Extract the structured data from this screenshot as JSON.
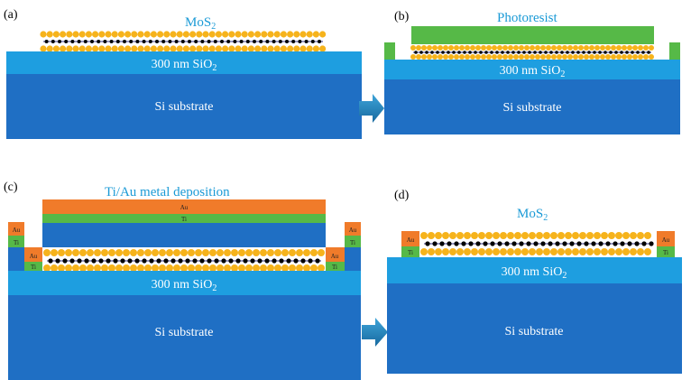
{
  "panels": {
    "a": {
      "letter": "(a)",
      "title": "MoS",
      "title_sub": "2",
      "oxide_label": "300 nm SiO",
      "oxide_sub": "2",
      "substrate_label": "Si substrate"
    },
    "b": {
      "letter": "(b)",
      "title": "Photoresist",
      "oxide_label": "300 nm SiO",
      "oxide_sub": "2",
      "substrate_label": "Si substrate"
    },
    "c": {
      "letter": "(c)",
      "title": "Ti/Au metal deposition",
      "top_au": "Au",
      "top_ti": "Ti",
      "left_au": "Au",
      "left_ti": "Ti",
      "right_au": "Au",
      "right_ti": "Ti",
      "contact_left_au": "Au",
      "contact_left_ti": "Ti",
      "contact_right_au": "Au",
      "contact_right_ti": "Ti",
      "oxide_label": "300 nm SiO",
      "oxide_sub": "2",
      "substrate_label": "Si substrate"
    },
    "d": {
      "letter": "(d)",
      "title": "MoS",
      "title_sub": "2",
      "contact_left_au": "Au",
      "contact_left_ti": "Ti",
      "contact_right_au": "Au",
      "contact_right_ti": "Ti",
      "oxide_label": "300 nm SiO",
      "oxide_sub": "2",
      "substrate_label": "Si substrate"
    }
  },
  "colors": {
    "substrate": "#1f6fc4",
    "oxide": "#1e9ee0",
    "photoresist": "#56b947",
    "gold": "#f07b2a",
    "titanium": "#56b947",
    "sulfur": "#f6b31b",
    "molybdenum": "#000000",
    "arrow": "#1f86c6",
    "label": "#1a9ad6"
  }
}
